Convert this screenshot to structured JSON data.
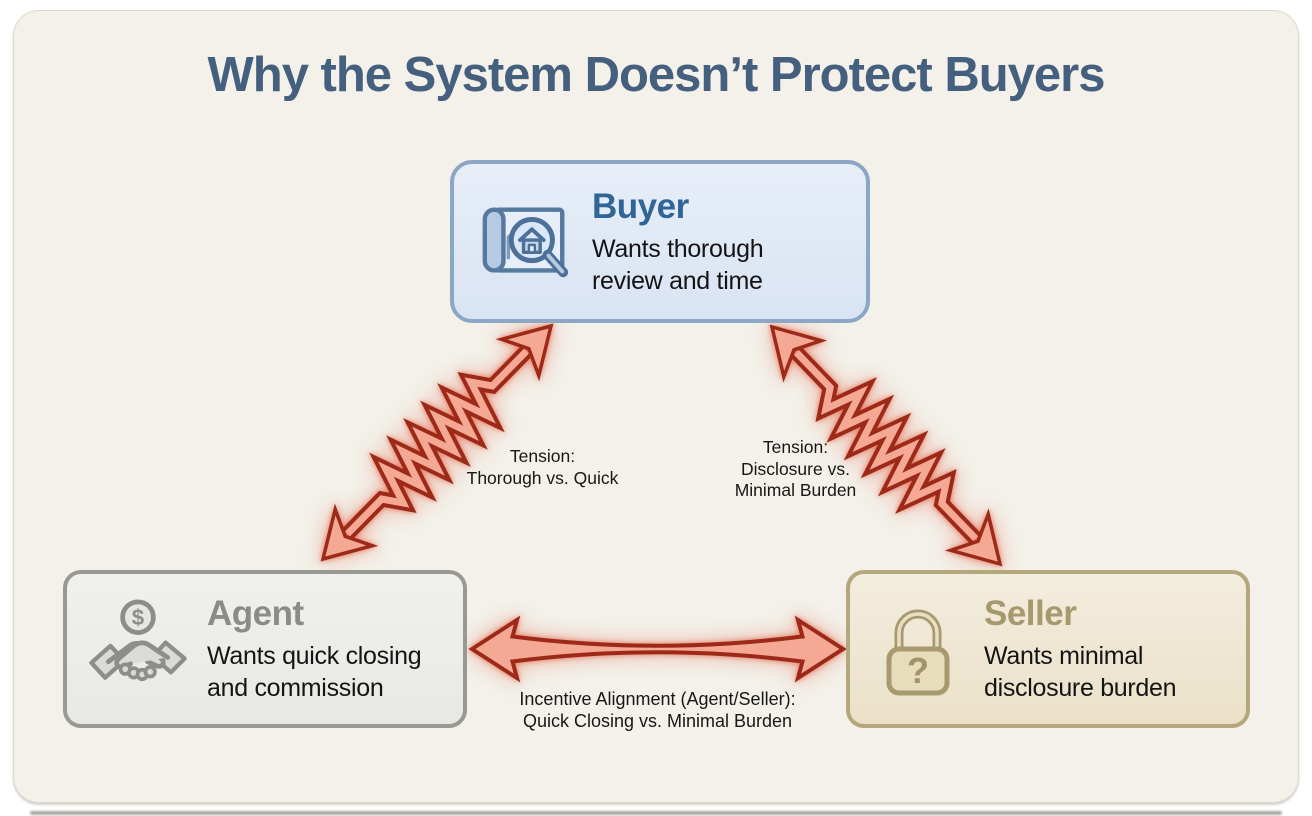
{
  "title": "Why the System Doesn’t Protect Buyers",
  "nodes": {
    "buyer": {
      "label": "Buyer",
      "desc_lines": [
        "Wants thorough",
        "review and time"
      ],
      "icon": "blueprint-magnifier-icon",
      "accent": "#2f6598",
      "border": "#8ca7c6",
      "background": "#e2eaf6"
    },
    "agent": {
      "label": "Agent",
      "desc_lines": [
        "Wants quick closing",
        "and commission"
      ],
      "icon": "handshake-dollar-icon",
      "icon_glyph": "$",
      "accent": "#8b8b87",
      "border": "#999994",
      "background": "#ececea"
    },
    "seller": {
      "label": "Seller",
      "desc_lines": [
        "Wants minimal",
        "disclosure burden"
      ],
      "icon": "padlock-question-icon",
      "icon_glyph": "?",
      "accent": "#a5996d",
      "border": "#b4a77c",
      "background": "#f0e9d8"
    }
  },
  "edges": {
    "buyer_agent": {
      "type": "tension-spring-arrow",
      "label_lines": [
        "Tension:",
        "Thorough vs. Quick"
      ]
    },
    "buyer_seller": {
      "type": "tension-spring-arrow",
      "label_lines": [
        "Tension:",
        "Disclosure vs.",
        "Minimal Burden"
      ]
    },
    "agent_seller": {
      "type": "double-arrow",
      "label_lines": [
        "Incentive Alignment (Agent/Seller):",
        "Quick Closing vs. Minimal Burden"
      ]
    }
  },
  "colors": {
    "panel_background": "#f3f1ea",
    "title_text": "#45607e",
    "arrow_stroke": "#9d2a19",
    "arrow_fill": "#f5a995"
  }
}
